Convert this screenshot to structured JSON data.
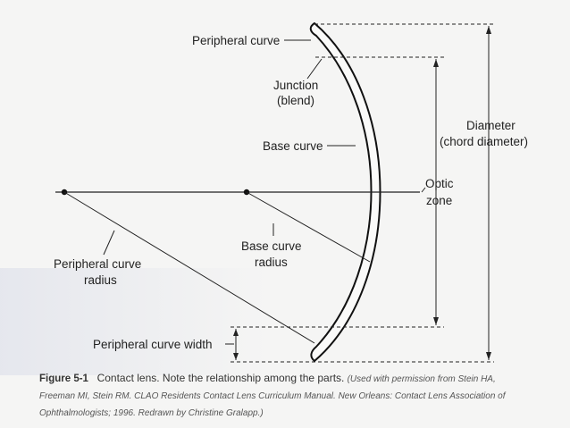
{
  "labels": {
    "peripheral_curve": "Peripheral curve",
    "junction_line1": "Junction",
    "junction_line2": "(blend)",
    "base_curve": "Base curve",
    "diameter_line1": "Diameter",
    "diameter_line2": "(chord diameter)",
    "optic_line1": "Optic",
    "optic_line2": "zone",
    "base_curve_radius_line1": "Base curve",
    "base_curve_radius_line2": "radius",
    "peripheral_curve_radius_line1": "Peripheral curve",
    "peripheral_curve_radius_line2": "radius",
    "peripheral_curve_width": "Peripheral curve width"
  },
  "caption": {
    "figure_number": "Figure 5-1",
    "main_text": "Contact lens. Note the relationship among the parts.",
    "credit_part1": "(Used with permission from Stein HA,",
    "credit_part2": "Freeman MI, Stein RM. CLAO Residents Contact Lens Curriculum Manual. New Orleans: Contact Lens Association of",
    "credit_part3": "Ophthalmologists; 1996. Redrawn by Christine Gralapp.)"
  }
}
